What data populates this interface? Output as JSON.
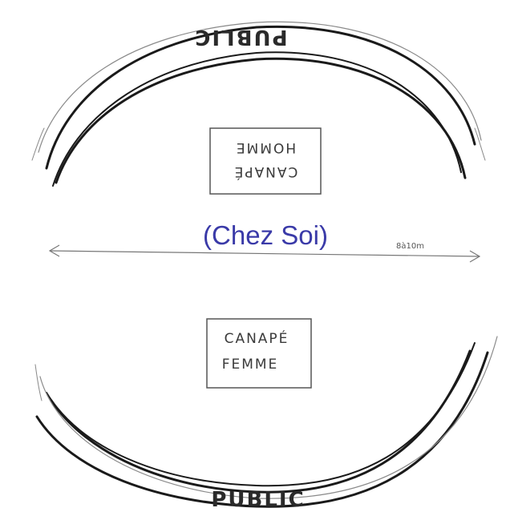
{
  "diagram": {
    "title": "(Chez Soi)",
    "top_public_label": "PUBLIC",
    "bottom_public_label": "PUBLIC",
    "top_sofa": {
      "line1": "CANAPÉ",
      "line2": "HOMME"
    },
    "bottom_sofa": {
      "line1": "CANAPÉ",
      "line2": "FEMME"
    },
    "dimension_label": "8à10m",
    "colors": {
      "ink": "#1a1a1a",
      "title": "#3a3aa8",
      "paper": "#ffffff"
    }
  }
}
